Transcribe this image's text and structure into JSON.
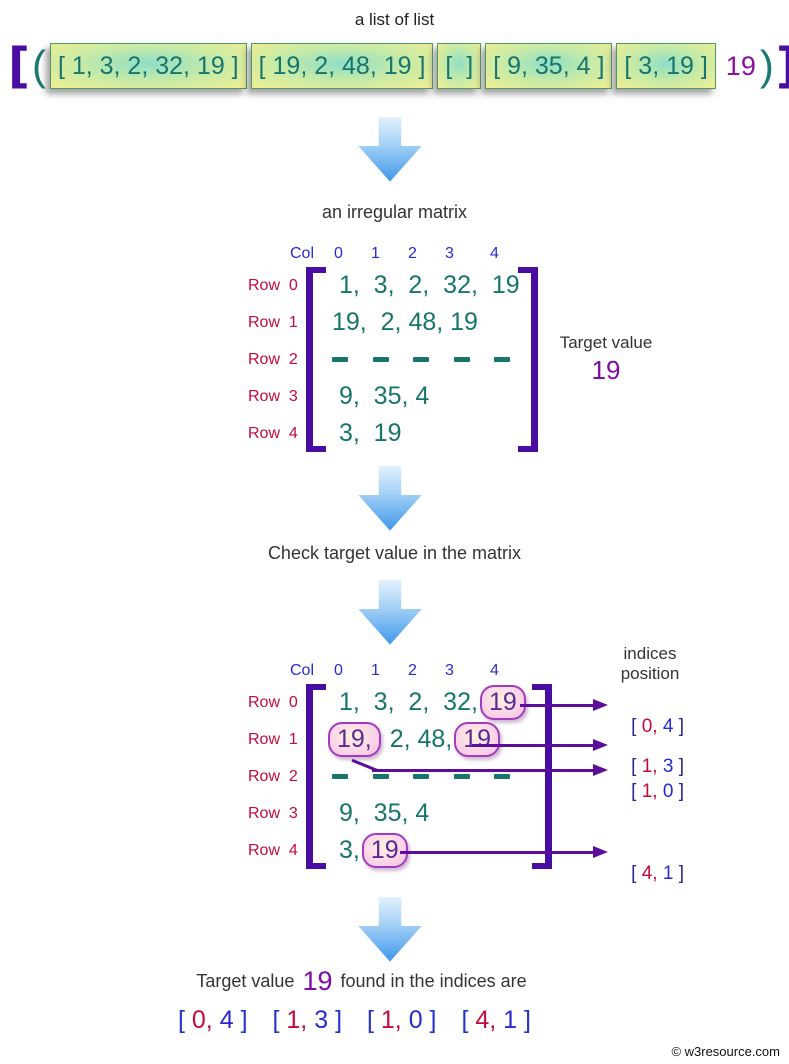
{
  "header": {
    "title": "a list of list"
  },
  "list_row": {
    "open_square": "[",
    "open_paren": "(",
    "boxes": [
      "[ 1, 3, 2, 32, 19 ]",
      "[ 19, 2, 48, 19 ]",
      "[  ]",
      "[ 9, 35, 4 ]",
      "[ 3, 19 ]"
    ],
    "value": "19",
    "close_paren": ")",
    "close_square": "]"
  },
  "labels": {
    "irregular": "an irregular matrix",
    "check": "Check target value in the matrix",
    "indices_position_line1": "indices",
    "indices_position_line2": "position",
    "result_prefix": "Target value",
    "result_value": "19",
    "result_suffix": "found in the indices are"
  },
  "matrix": {
    "col_label": "Col",
    "cols": [
      "0",
      "1",
      "2",
      "3",
      "4"
    ],
    "row_labels": [
      "Row  0",
      "Row  1",
      "Row  2",
      "Row  3",
      "Row  4"
    ],
    "m1_rows": {
      "r0": " 1,  3,  2,  32,  19",
      "r1": "19,  2, 48, 19",
      "r2": "-  -  -  -  -",
      "r3": " 9,  35, 4",
      "r4": " 3,  19"
    },
    "m2_rows": {
      "r0_pre": " 1,  3,  2,  32,",
      "r0_bubble": "19",
      "r1_bubble1": "19,",
      "r1_mid": " 2, 48,",
      "r1_bubble2": "19",
      "r2": "-  -  -  -  -",
      "r3": " 9,  35, 4",
      "r4_pre": " 3,",
      "r4_bubble": "19"
    }
  },
  "target": {
    "label": "Target value",
    "value": "19"
  },
  "symbols": {
    "bracket_open": "[",
    "bracket_close": "]"
  },
  "indices": [
    {
      "row": "0,",
      "col": "4"
    },
    {
      "row": "1,",
      "col": "3"
    },
    {
      "row": "1,",
      "col": "0"
    },
    {
      "row": "4,",
      "col": "1"
    }
  ],
  "result_indices": [
    {
      "row": "0,",
      "col": "4"
    },
    {
      "row": "1,",
      "col": "3"
    },
    {
      "row": "1,",
      "col": "0"
    },
    {
      "row": "4,",
      "col": "1"
    }
  ],
  "colors": {
    "purple_bracket": "#4a0da1",
    "teal_value": "#17756c",
    "crimson_row": "#c40a3c",
    "blue_col": "#2a2ad4",
    "target_purple": "#7d0da5",
    "arrow_purple": "#5c0d9b",
    "arrow_blue": "#3c95ea",
    "bubble_border": "#a33bbf"
  },
  "footer": {
    "copyright": "© w3resource.com"
  }
}
